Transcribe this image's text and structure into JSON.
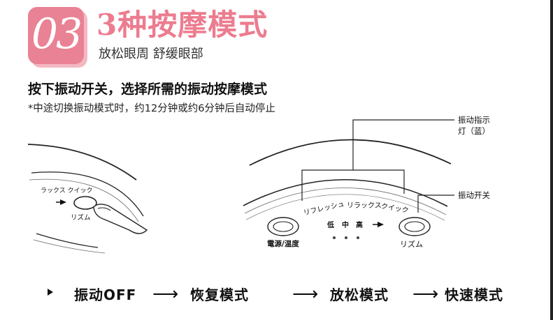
{
  "badge": {
    "number": "03"
  },
  "title": "3种按摩模式",
  "subtitle": "放松眼周 舒缓眼部",
  "heading": "按下振动开关，选择所需的振动按摩模式",
  "note": "*中途切换振动模式时，约12分钟或约6分钟后自动停止",
  "left_diagram": {
    "label_top": "ラックス クイック",
    "label_button": "リズム"
  },
  "right_diagram": {
    "modes": [
      "リフレッシュ",
      "リラックス",
      "クイック"
    ],
    "levels": [
      "低",
      "中",
      "高"
    ],
    "power_label": "電源/温度",
    "rhythm_label": "リズム"
  },
  "callouts": {
    "indicator_line1": "振动指示",
    "indicator_line2": "灯（蓝）",
    "switch": "振动开关"
  },
  "sequence": {
    "off": "振动OFF",
    "recovery": "恢复模式",
    "relax": "放松模式",
    "fast": "快速模式"
  }
}
